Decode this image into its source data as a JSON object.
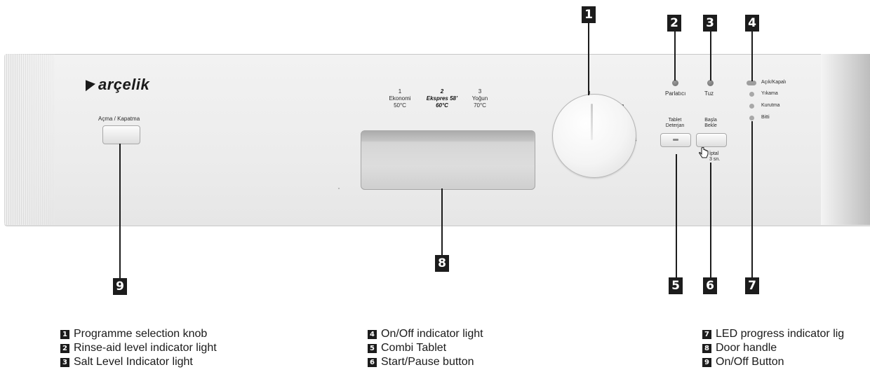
{
  "panel": {
    "brand": "arçelik",
    "power_label": "Açma / Kapatma",
    "programs": [
      {
        "num": "1",
        "name": "Ekonomi",
        "temp": "50°C"
      },
      {
        "num": "2",
        "name": "Ekspres 58’",
        "temp": "60°C"
      },
      {
        "num": "3",
        "name": "Yoğun",
        "temp": "70°C"
      }
    ],
    "knob_positions": [
      "1",
      "2",
      "3"
    ],
    "rinse_label": "Parlatıcı",
    "salt_label": "Tuz",
    "tablet_label_1": "Tablet",
    "tablet_label_2": "Deterjan",
    "start_label_1": "Başla",
    "start_label_2": "Bekle",
    "cancel_label_1": "İptal",
    "cancel_label_2": "3 sn.",
    "status_leds": [
      "Açık/Kapalı",
      "Yıkama",
      "Kurutma",
      "Bitti"
    ]
  },
  "callouts": [
    "1",
    "2",
    "3",
    "4",
    "5",
    "6",
    "7",
    "8",
    "9"
  ],
  "legend": [
    {
      "num": "1",
      "text": "Programme selection knob"
    },
    {
      "num": "2",
      "text": "Rinse-aid level indicator light"
    },
    {
      "num": "3",
      "text": "Salt Level Indicator light"
    },
    {
      "num": "4",
      "text": "On/Off indicator light"
    },
    {
      "num": "5",
      "text": "Combi Tablet"
    },
    {
      "num": "6",
      "text": "Start/Pause button"
    },
    {
      "num": "7",
      "text": "LED progress indicator lig"
    },
    {
      "num": "8",
      "text": "Door handle"
    },
    {
      "num": "9",
      "text": "On/Off Button"
    }
  ],
  "colors": {
    "callout": "#1c1c1c",
    "panel": "#efefef"
  }
}
